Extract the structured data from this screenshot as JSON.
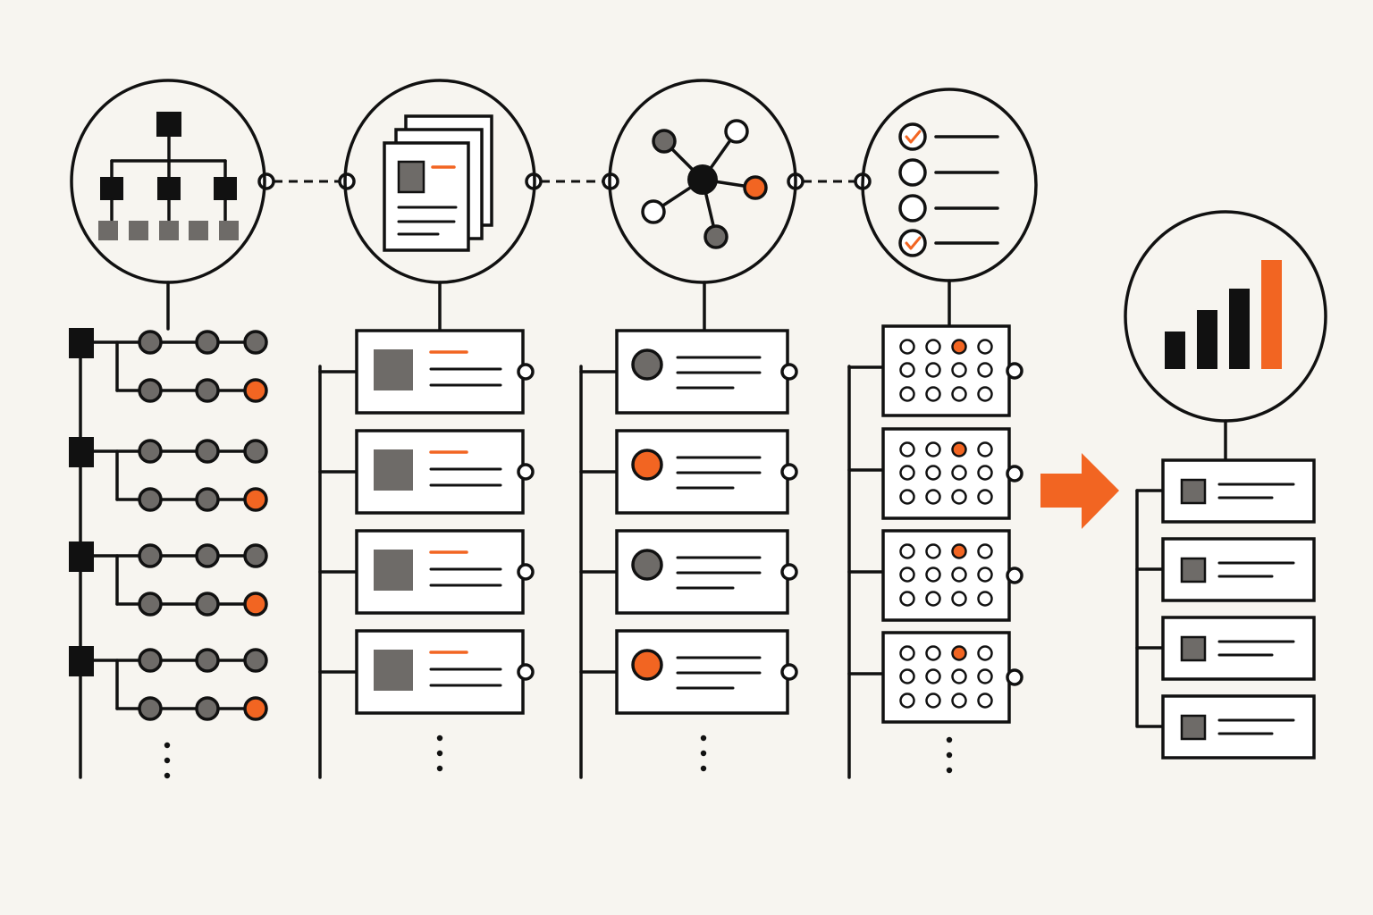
{
  "colors": {
    "background": "#f7f5f0",
    "ink": "#111111",
    "accent": "#f26522",
    "gray": "#6e6b68",
    "gray_dark": "#5a5754"
  },
  "stages": [
    {
      "id": "hierarchy",
      "icon": "hierarchy-icon",
      "rows": 4,
      "row_type": "node-chain",
      "continues": true
    },
    {
      "id": "documents",
      "icon": "documents-icon",
      "rows": 4,
      "row_type": "document-card",
      "continues": true
    },
    {
      "id": "network",
      "icon": "network-graph-icon",
      "rows": 4,
      "row_type": "entity-card",
      "accent_rows": [
        1,
        3
      ],
      "continues": true
    },
    {
      "id": "checklist",
      "icon": "checklist-icon",
      "rows": 4,
      "row_type": "dot-grid",
      "accent_cell": [
        0,
        2
      ],
      "continues": true
    },
    {
      "id": "results",
      "icon": "bar-chart-icon",
      "rows": 4,
      "row_type": "result-card",
      "continues": false
    }
  ],
  "arrow_icon": "arrow-right-icon"
}
